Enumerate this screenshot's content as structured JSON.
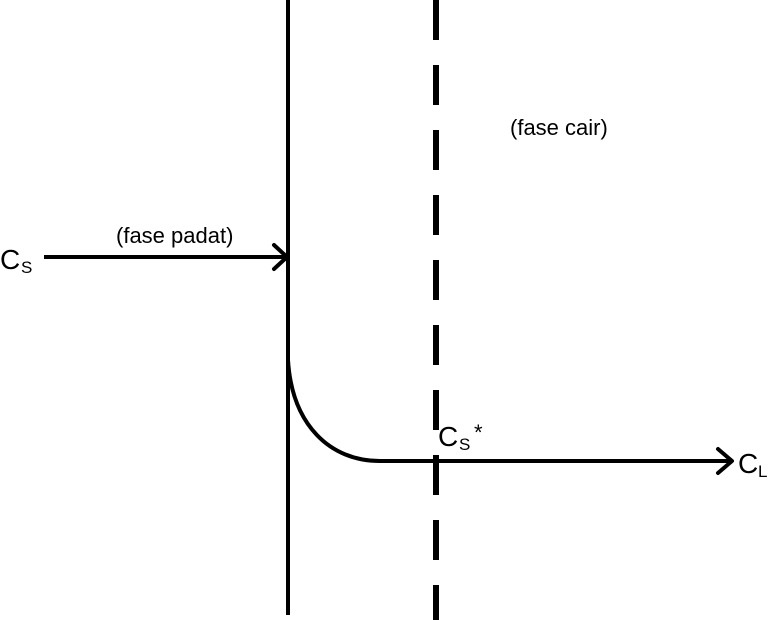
{
  "labels": {
    "liquid_phase": "(fase cair)",
    "solid_phase": "(fase padat)",
    "cs_main": "C",
    "cs_sub": "S",
    "cs_star_main": "C",
    "cs_star_sub": "S",
    "cs_star_mark": "*",
    "cl_main": "C",
    "cl_sub": "L"
  },
  "colors": {
    "ink": "#000000",
    "background": "#ffffff"
  }
}
